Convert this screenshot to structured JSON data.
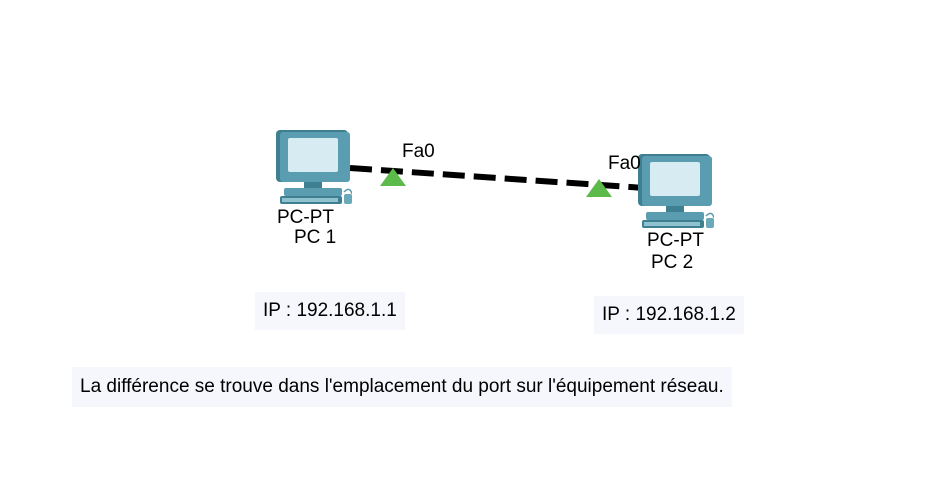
{
  "diagram": {
    "devices": [
      {
        "model": "PC-PT",
        "name": "PC 1",
        "icon": "pc-icon",
        "port": "Fa0",
        "ip": "IP : 192.168.1.1"
      },
      {
        "model": "PC-PT",
        "name": "PC 2",
        "icon": "pc-icon",
        "port": "Fa0",
        "ip": "IP : 192.168.1.2"
      }
    ],
    "link": {
      "style": "dashed",
      "color": "#000000",
      "port_indicator_color": "#5cba4a"
    },
    "note": "La différence se trouve dans l'emplacement du port sur l'équipement réseau."
  },
  "colors": {
    "pc_body": "#4d8ea0",
    "pc_screen": "#d7ecf2",
    "box_background": "#f6f7fc"
  }
}
